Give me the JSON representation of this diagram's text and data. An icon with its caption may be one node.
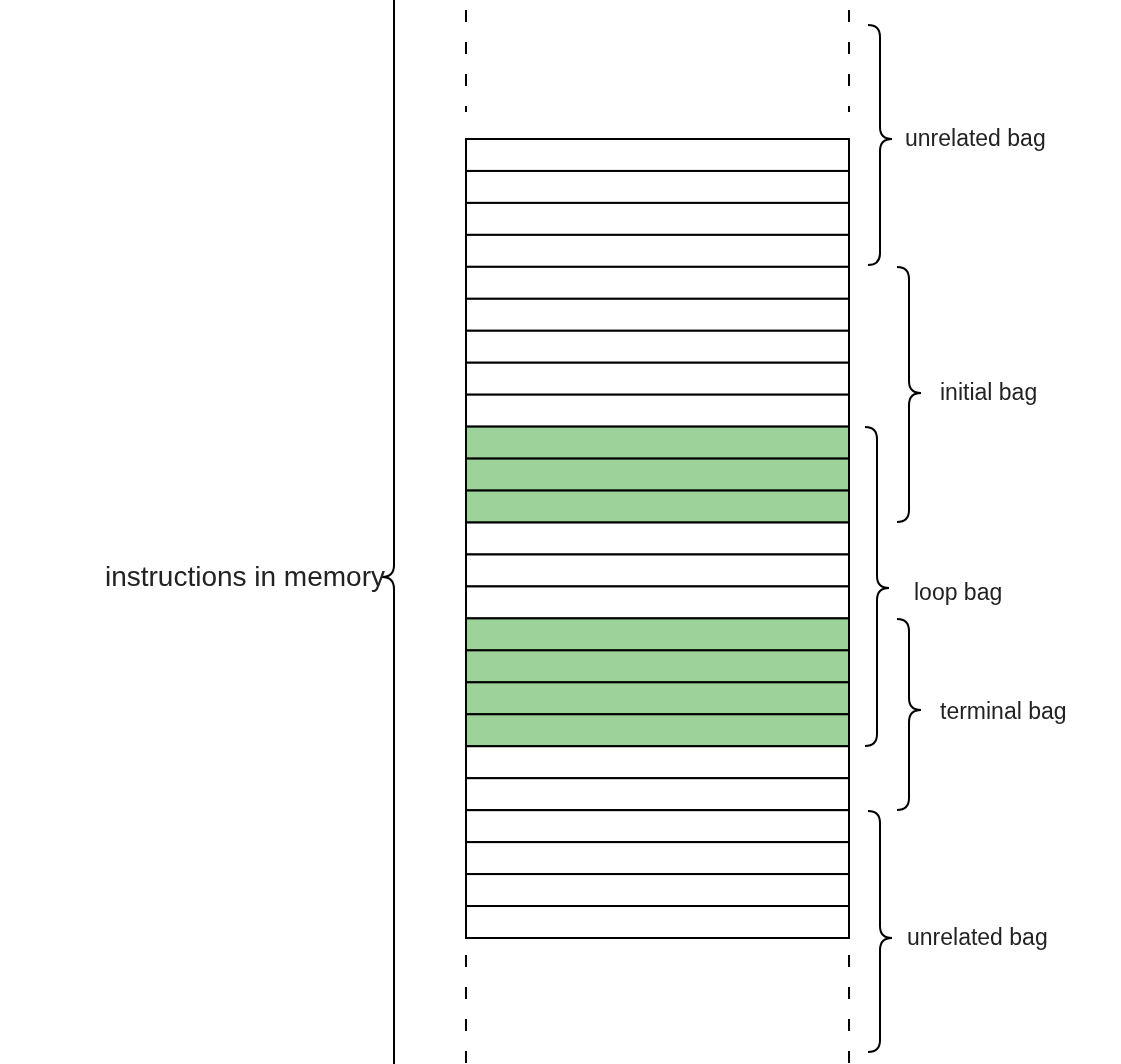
{
  "diagram": {
    "labels": [
      "unrelated bag",
      "initial bag",
      "instructions in memory",
      "loop bag",
      "terminal bag",
      "unrelated bag"
    ]
  }
}
